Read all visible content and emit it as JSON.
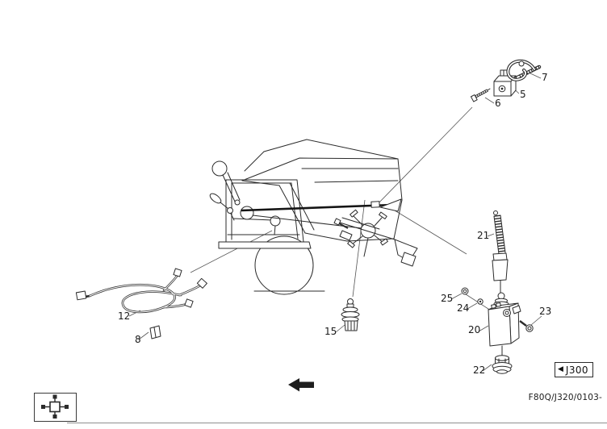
{
  "figure": {
    "callouts": {
      "c5": "5",
      "c6": "6",
      "c7": "7",
      "c8": "8",
      "c12": "12",
      "c15": "15",
      "c20": "20",
      "c21": "21",
      "c22": "22",
      "c23": "23",
      "c24": "24",
      "c25": "25"
    },
    "jump_reference": {
      "arrow_glyph": "◀",
      "code": "J300"
    },
    "figure_code": "F80Q/J320/0103-",
    "colors": {
      "line": "#2b2b2b",
      "leader": "#555555",
      "text": "#1a1a1a",
      "background": "#ffffff"
    }
  }
}
